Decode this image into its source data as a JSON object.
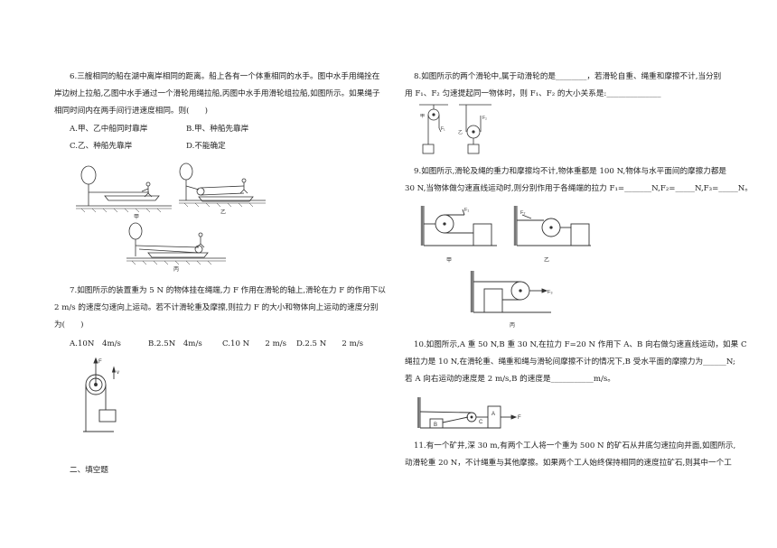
{
  "q6": {
    "line1": "6.三艘相同的船在湖中离岸相同的距离。船上各有一个体重相同的水手。图中水手用绳拴在",
    "line2": "岸边树上拉船,乙图中水手通过一个滑轮用绳拉船,丙图中水手用滑轮组拉船,如图所示。如果绳子",
    "line3": "相同时间内在两手间行进速度相同。则(　　)",
    "optA": "A.甲、乙中船同时靠岸",
    "optB": "B.甲、种船先靠岸",
    "optC": "C.乙、种船先靠岸",
    "optD": "D.不能确定",
    "label_jia": "甲",
    "label_yi": "乙",
    "label_bing": "丙"
  },
  "q7": {
    "line1": "7.如图所示的装置重为 5 N 的物体挂在绳端,力 F 作用在滑轮的轴上,滑轮在力 F 的作用下以",
    "line2": "2 m/s 的速度匀速向上运动。若不计滑轮重及摩擦,则拉力 F 的大小和物体向上运动的速度分别",
    "line3": "为(　　)",
    "optA": "A.10N　4m/s",
    "optB": "B.2.5N　4m/s",
    "optC": "C.10 N　　2 m/s",
    "optD": "D.2.5 N　　2 m/s",
    "fig_F": "F",
    "fig_v": "v"
  },
  "section2": "二、填空题",
  "q8": {
    "line1": "8.如图所示的两个滑轮中,属于动滑轮的是________，若滑轮自重、绳重和摩擦不计,当分别",
    "line2": "用 F₁、F₂ 匀速提起同一物体时，则 F₁、F₂ 的大小关系是:______________",
    "fig_labels": [
      "甲",
      "乙",
      "F₁",
      "F₂"
    ]
  },
  "q9": {
    "line1": "9.如图所示,滑轮及绳的重力和摩擦均不计,物体重都是 100 N,物体与水平面间的摩擦力都是",
    "line2": "30 N,当物体做匀速直线运动时,则分别作用于各绳端的拉力 F₁=_______N,F₂=_____N,F₃=_____N。",
    "label_jia": "甲",
    "label_yi": "乙",
    "label_bing": "丙",
    "f1": "F₁",
    "f2": "F₂",
    "f3": "F₃"
  },
  "q10": {
    "line1": "10.如图所示,A 重 50 N,B 重 30 N,在拉力 F=20 N 作用下 A、B 向右做匀速直线运动，如果 C",
    "line2": "绳拉力是 10 N,在滑轮重、绳重和绳与滑轮间摩擦不计的情况下,B 受水平面的摩擦力为______N;",
    "line3": "若 A 向右运动的速度是 2 m/s,B 的速度是___________m/s。",
    "fig_B": "B",
    "fig_C": "C",
    "fig_A": "A",
    "fig_F": "F"
  },
  "q11": {
    "line1": "11.有一个矿井,深 30 m,有两个工人将一个重为 500 N 的矿石从井底匀速拉向井面,如图所示,",
    "line2": "动滑轮重 20 N，不计绳重与其他摩擦。如果两个工人始终保持相同的速度拉矿石,则其中一个工"
  }
}
